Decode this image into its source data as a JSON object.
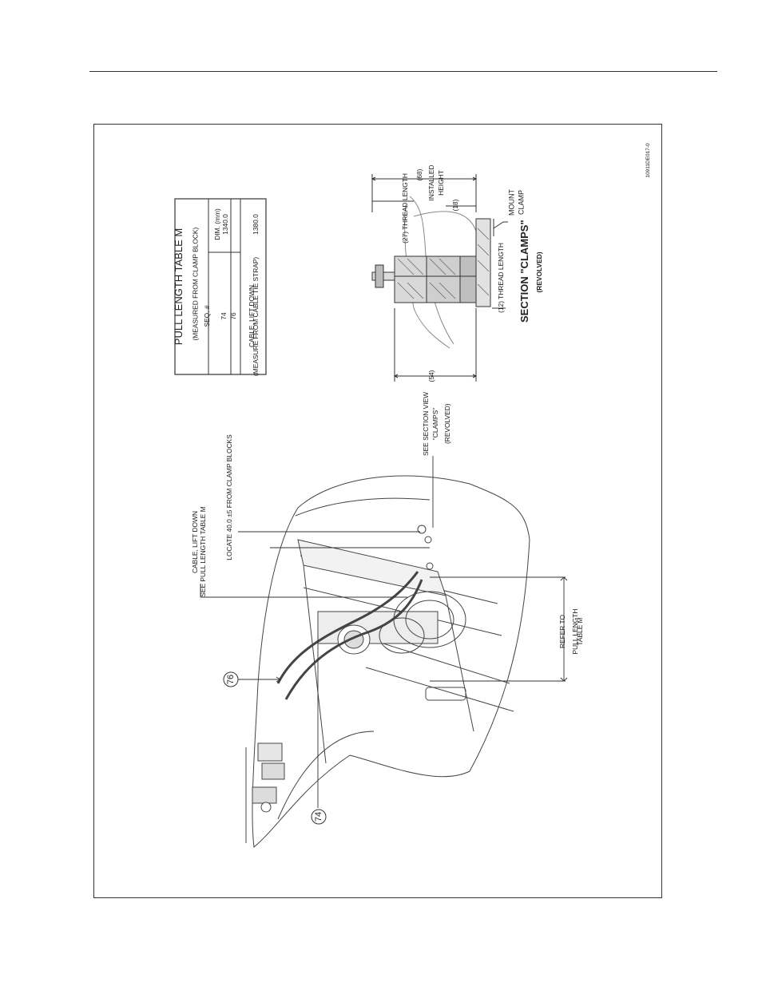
{
  "figure_id": "10911DE017-0",
  "pull_length_table": {
    "title": "PULL LENGTH TABLE M",
    "subtitle": "(MEASURED FROM CLAMP BLOCK)",
    "col_seq": "SEQ. #",
    "col_dim": "DIM. (mm)",
    "rows": [
      {
        "seq": "74",
        "dim": "1340.0"
      },
      {
        "seq": "76",
        "dim": "1380.0"
      }
    ],
    "note_line1": "CABLE, LIFT DOWN",
    "note_line2": "(MEASURE FROM CABLE TIE STRAP)"
  },
  "section_view": {
    "title": "SECTION \"CLAMPS\"",
    "subtitle": "(REVOLVED)",
    "dim_68": "(68)",
    "installed_height_1": "INSTALLED",
    "installed_height_2": "HEIGHT",
    "thread_27": "(27) THREAD LENGTH",
    "dim_18": "(18)",
    "thread_12": "(12) THREAD LENGTH",
    "dim_54": "(54)",
    "mount_clamp_1": "MOUNT",
    "mount_clamp_2": "CLAMP"
  },
  "callouts": {
    "see_section_1": "SEE SECTION VIEW",
    "see_section_2": "\"CLAMPS\"",
    "see_section_3": "(REVOLVED)",
    "locate": "LOCATE 40.0 ±5 FROM CLAMP BLOCKS",
    "cable_1": "CABLE, LIFT DOWN",
    "cable_2": "SEE PULL LENGTH TABLE M",
    "refer_1": "REFER TO",
    "refer_2": "PULL LENGTH",
    "refer_3": "TABLE M",
    "item_76": "76",
    "item_74": "74"
  }
}
